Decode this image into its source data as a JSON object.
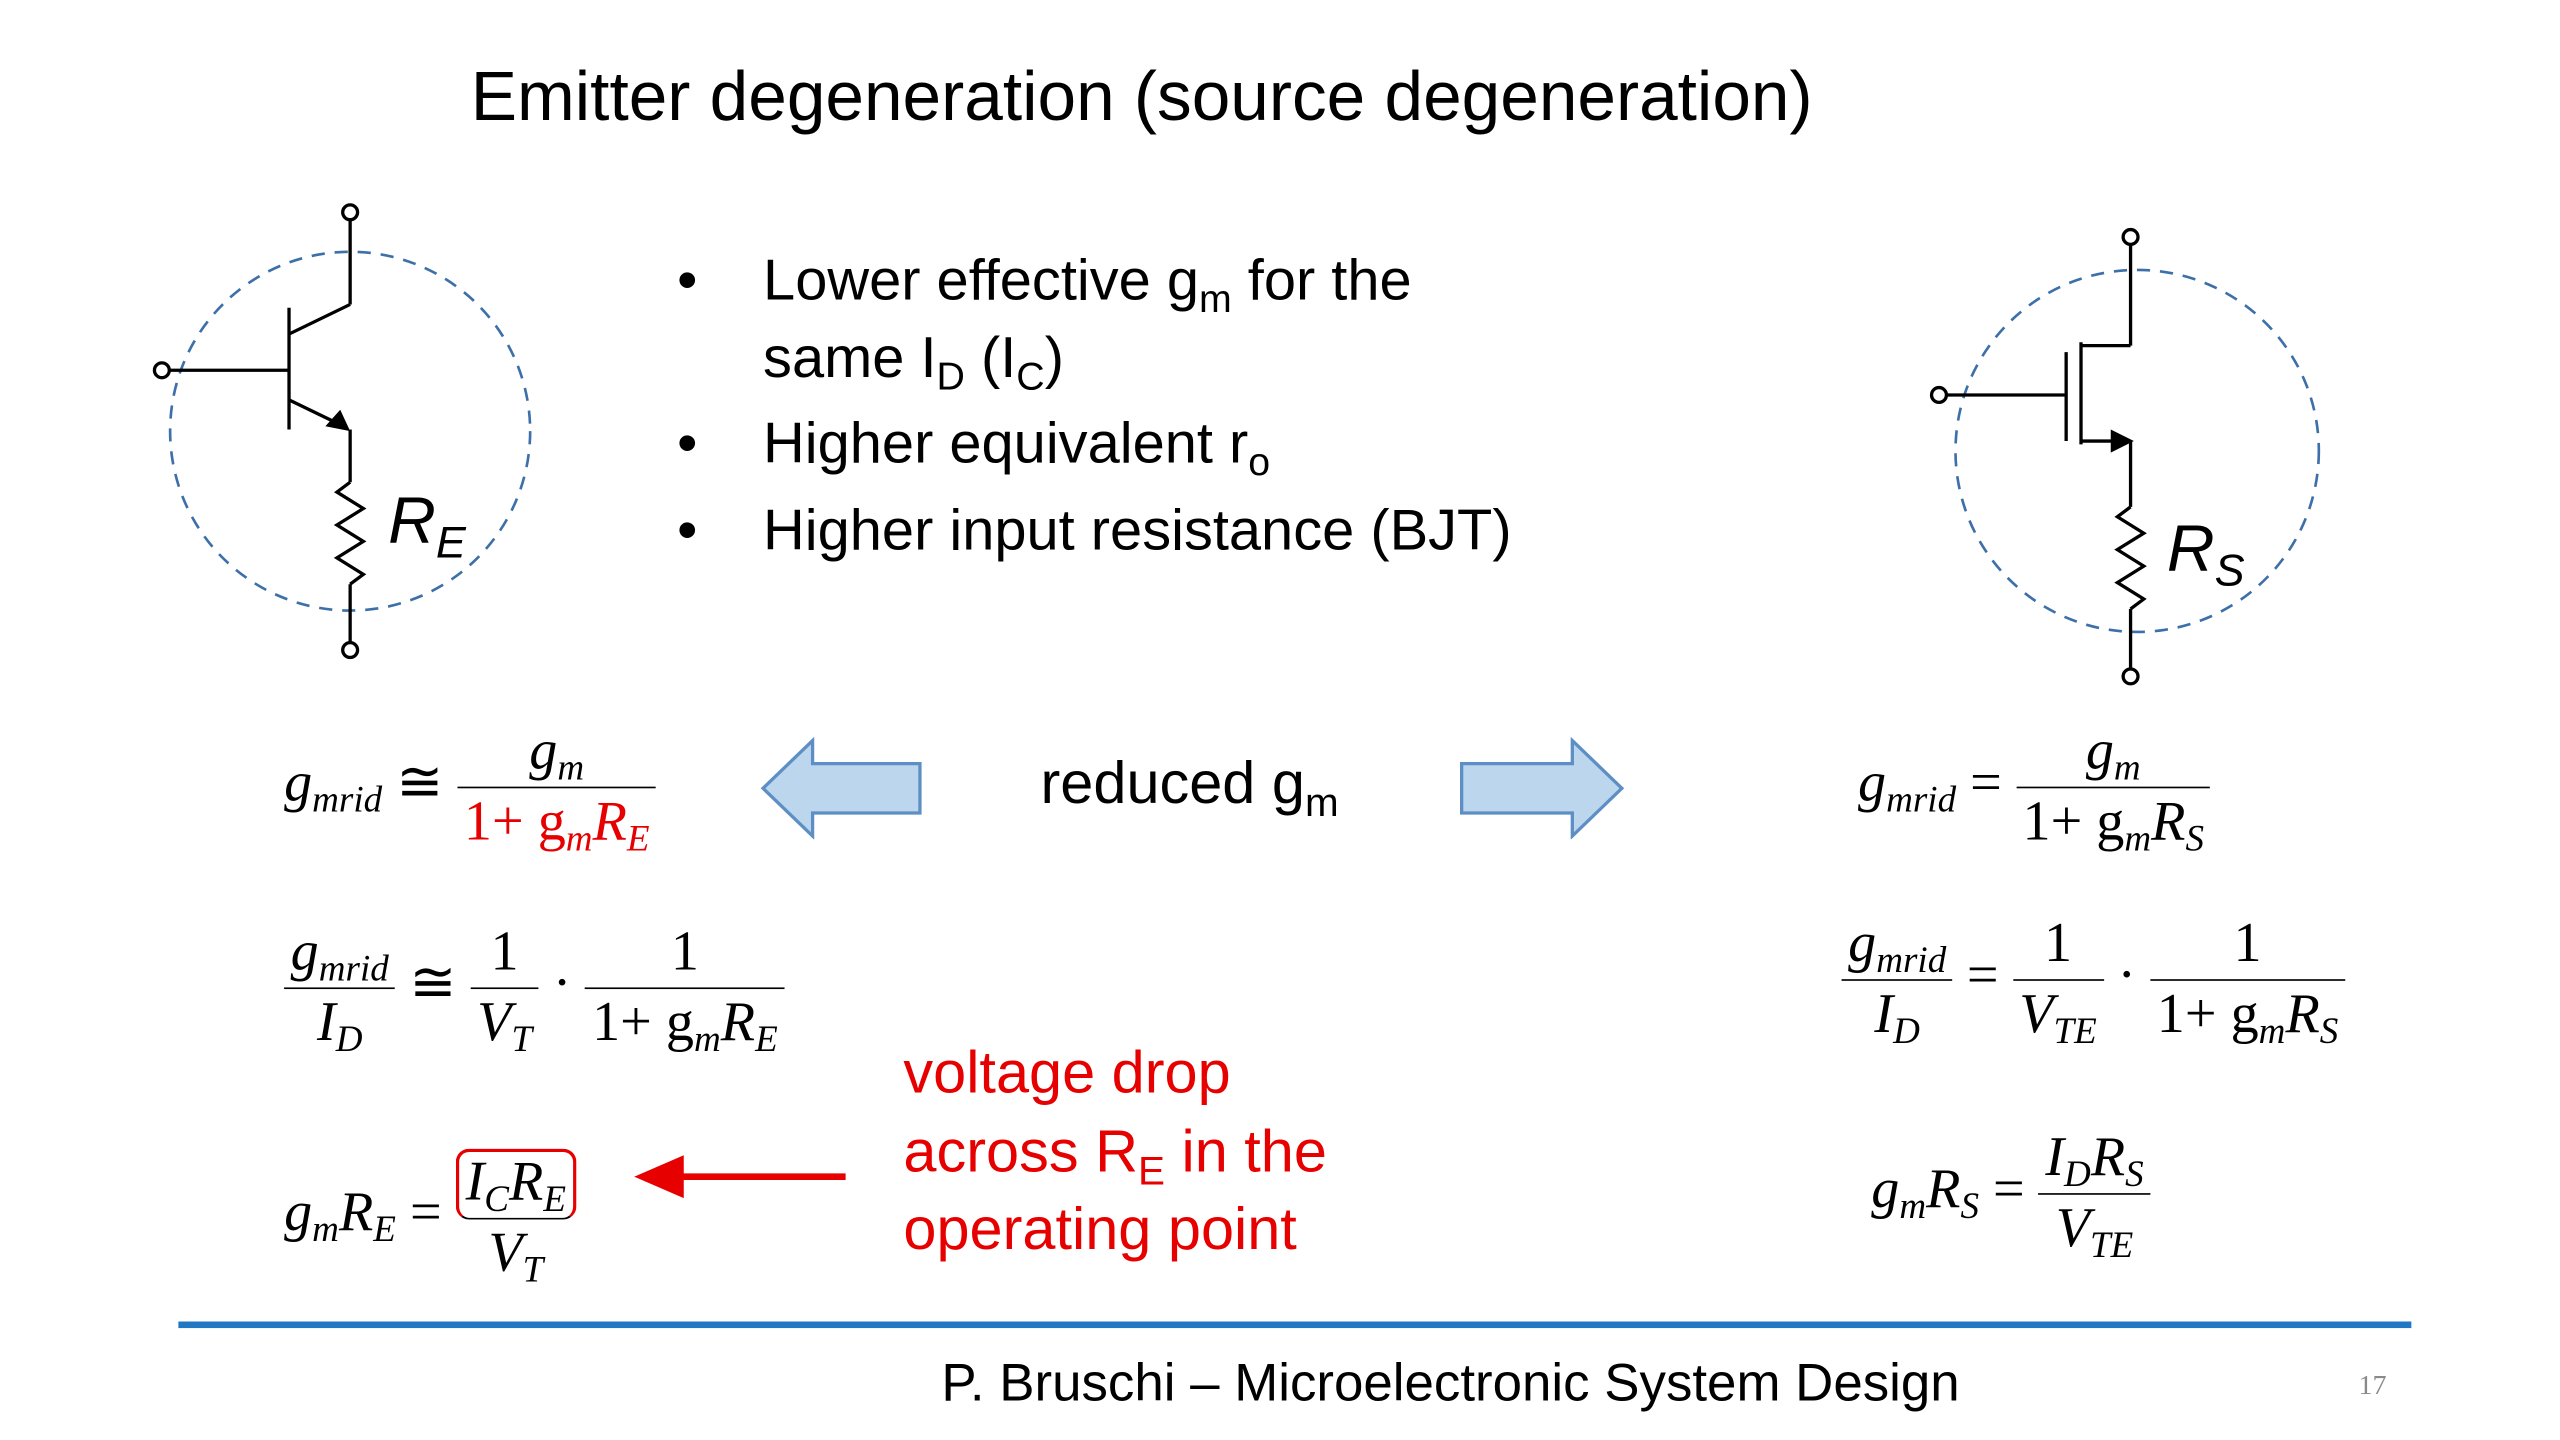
{
  "title": "Emitter degeneration (source degeneration)",
  "bullets": [
    {
      "line1_pre": "Lower effective  g",
      "line1_sub": "m",
      "line1_post": " for the",
      "line2_pre": "same I",
      "line2_sub1": "D",
      "line2_mid": " (I",
      "line2_sub2": "C",
      "line2_post": ")"
    },
    {
      "pre": "Higher equivalent r",
      "sub": "o"
    },
    {
      "text": "Higher input resistance (BJT)"
    }
  ],
  "bullet_symbol": "•",
  "middle_label": {
    "pre": "reduced g",
    "sub": "m"
  },
  "left_circuit": {
    "resistor_label": "R",
    "resistor_sub": "E"
  },
  "right_circuit": {
    "resistor_label": "R",
    "resistor_sub": "S"
  },
  "equations_left": {
    "eq1": {
      "lhs": "g",
      "lhs_sub": "mrid",
      "op": "≅",
      "num": "g",
      "num_sub": "m",
      "den_pre": "1+ g",
      "den_sub1": "m",
      "den_mid": "R",
      "den_sub2": "E"
    },
    "eq2": {
      "lhs_num": "g",
      "lhs_num_sub": "mrid",
      "lhs_den": "I",
      "lhs_den_sub": "D",
      "op": "≅",
      "f1_num": "1",
      "f1_den": "V",
      "f1_den_sub": "T",
      "dot": "·",
      "f2_num": "1",
      "f2_den_pre": "1+ g",
      "f2_den_sub1": "m",
      "f2_den_mid": "R",
      "f2_den_sub2": "E"
    },
    "eq3": {
      "lhs": "g",
      "lhs_sub": "m",
      "lhs2": "R",
      "lhs2_sub": "E",
      "op": "=",
      "num": "I",
      "num_sub": "C",
      "num2": "R",
      "num2_sub": "E",
      "den": "V",
      "den_sub": "T"
    }
  },
  "equations_right": {
    "eq1": {
      "lhs": "g",
      "lhs_sub": "mrid",
      "op": "=",
      "num": "g",
      "num_sub": "m",
      "den_pre": "1+ g",
      "den_sub1": "m",
      "den_mid": "R",
      "den_sub2": "S"
    },
    "eq2": {
      "lhs_num": "g",
      "lhs_num_sub": "mrid",
      "lhs_den": "I",
      "lhs_den_sub": "D",
      "op": "=",
      "f1_num": "1",
      "f1_den": "V",
      "f1_den_sub": "TE",
      "dot": "·",
      "f2_num": "1",
      "f2_den_pre": "1+ g",
      "f2_den_sub1": "m",
      "f2_den_mid": "R",
      "f2_den_sub2": "S"
    },
    "eq3": {
      "lhs": "g",
      "lhs_sub": "m",
      "lhs2": "R",
      "lhs2_sub": "S",
      "op": "=",
      "num": "I",
      "num_sub": "D",
      "num2": "R",
      "num2_sub": "S",
      "den": "V",
      "den_sub": "TE"
    }
  },
  "annotation": {
    "line1": "voltage drop",
    "line2_pre": "across R",
    "line2_sub": "E",
    "line2_post": " in the",
    "line3": "operating point"
  },
  "footer": "P. Bruschi – Microelectronic System Design",
  "page_number": "17",
  "colors": {
    "accent_red": "#e60000",
    "rule_blue": "#2277c4",
    "arrow_fill": "#bcd6ee",
    "arrow_stroke": "#5d8fc4",
    "dash_circle": "#3d6fa8"
  }
}
